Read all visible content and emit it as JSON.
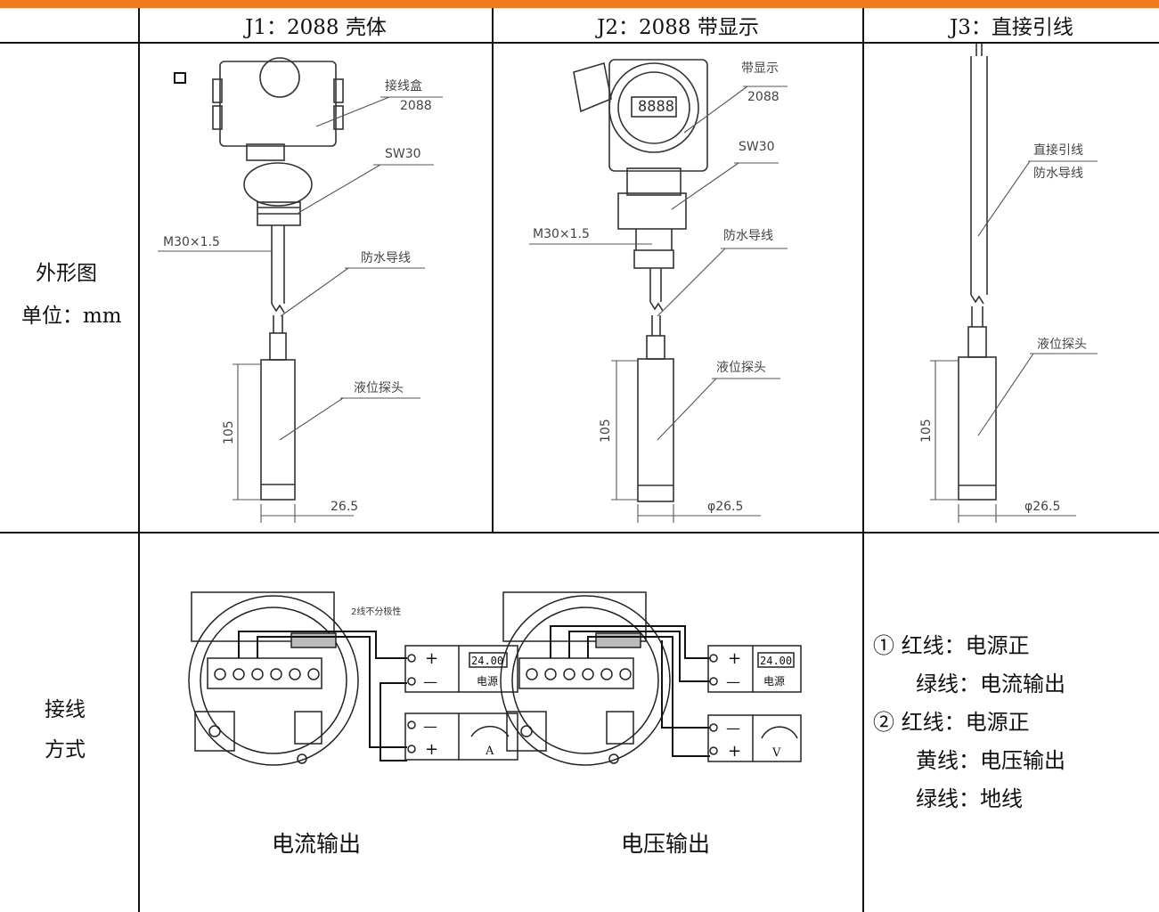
{
  "header": {
    "col1": "J1：2088 壳体",
    "col2": "J2：2088 带显示",
    "col3": "J3：直接引线"
  },
  "row1": {
    "label_line1": "外形图",
    "label_line2": "单位：mm",
    "j1": {
      "junction_box": "接线盒",
      "model": "2088",
      "wrench": "SW30",
      "thread": "M30×1.5",
      "cable": "防水导线",
      "probe": "液位探头",
      "length": "105",
      "diameter": "26.5"
    },
    "j2": {
      "display": "带显示",
      "model": "2088",
      "wrench": "SW30",
      "thread": "M30×1.5",
      "cable": "防水导线",
      "probe": "液位探头",
      "length": "105",
      "diameter": "φ26.5",
      "lcd": "8888"
    },
    "j3": {
      "direct": "直接引线",
      "cable": "防水导线",
      "probe": "液位探头",
      "length": "105",
      "diameter": "φ26.5"
    }
  },
  "row2": {
    "label_line1": "接线",
    "label_line2": "方式",
    "diagram": {
      "note": "2线不分极性",
      "psu_value": "24.00",
      "psu_label": "电源",
      "plus": "+",
      "minus": "—",
      "ammeter": "A",
      "voltmeter": "V"
    },
    "caption_current": "电流输出",
    "caption_voltage": "电压输出",
    "wiring": [
      "① 红线：电源正",
      "绿线：电流输出",
      "② 红线：电源正",
      "黄线：电压输出",
      "绿线：地线"
    ]
  }
}
